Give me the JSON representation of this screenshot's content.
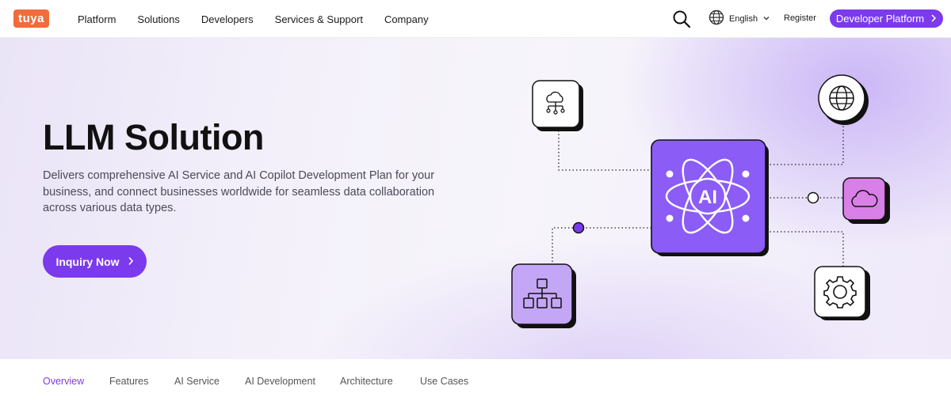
{
  "header": {
    "logo_text": "tuya",
    "nav": [
      "Platform",
      "Solutions",
      "Developers",
      "Services & Support",
      "Company"
    ],
    "language": "English",
    "register": "Register",
    "developer_platform": "Developer Platform"
  },
  "hero": {
    "title": "LLM Solution",
    "description": "Delivers comprehensive AI Service and AI  Copilot Development Plan for your business, and connect businesses worldwide for seamless data collaboration across various data types.",
    "cta": "Inquiry Now",
    "ai_label": "AI"
  },
  "tabs": [
    "Overview",
    "Features",
    "AI Service",
    "AI Development",
    "Architecture",
    "Use Cases"
  ],
  "icons": {
    "search": "search-icon",
    "language": "globe-icon",
    "diagram": [
      "cloud-network-icon",
      "globe-icon",
      "cloud-icon",
      "gear-icon",
      "hierarchy-icon",
      "atom-icon"
    ]
  },
  "colors": {
    "accent": "#7c3aed",
    "brand_logo": "#f26b3a",
    "ai_card": "#8b5cf6",
    "cloud_card": "#d97fe8",
    "hierarchy_card": "#c4a6f6"
  }
}
